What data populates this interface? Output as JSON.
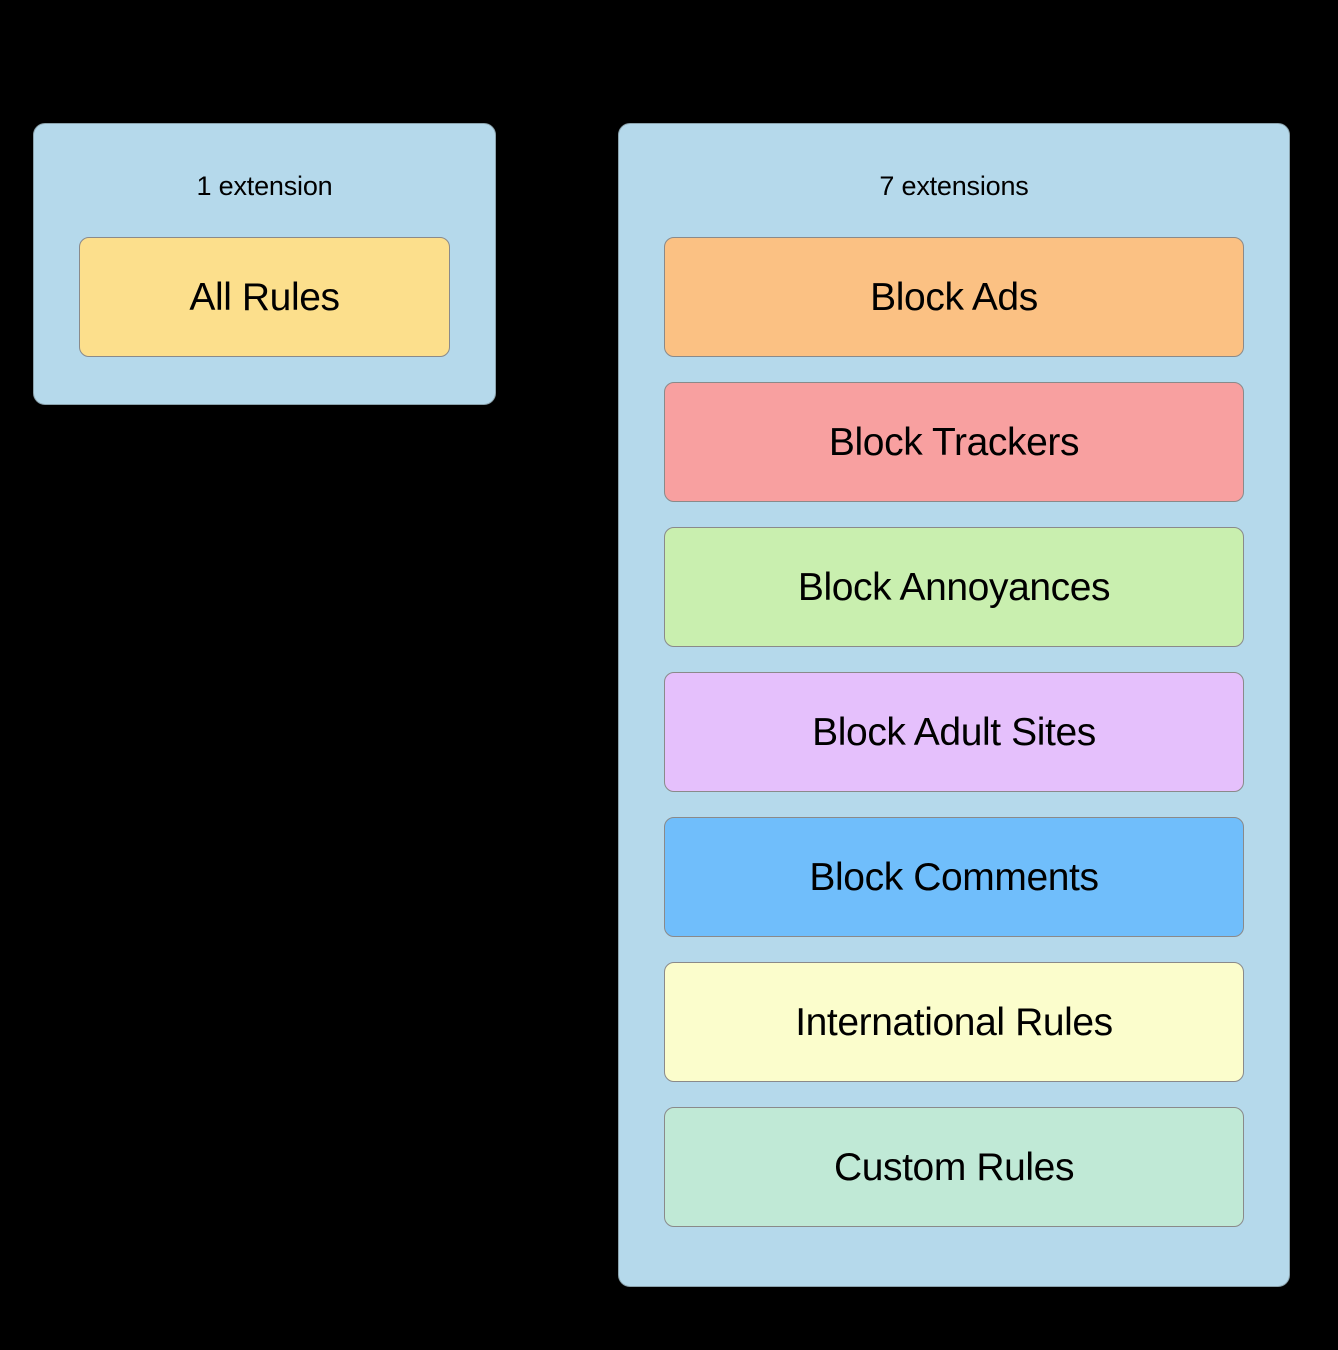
{
  "diagram": {
    "background_color": "#000000",
    "groups": [
      {
        "id": "single-extension",
        "label": "1 extension",
        "panel_color": "#b5d9eb",
        "cards": [
          {
            "label": "All Rules",
            "color": "#fcdf8c"
          }
        ]
      },
      {
        "id": "seven-extensions",
        "label": "7 extensions",
        "panel_color": "#b5d9eb",
        "cards": [
          {
            "label": "Block Ads",
            "color": "#fbc183"
          },
          {
            "label": "Block Trackers",
            "color": "#f8a0a0"
          },
          {
            "label": "Block Annoyances",
            "color": "#c9efaf"
          },
          {
            "label": "Block Adult Sites",
            "color": "#e5c0fc"
          },
          {
            "label": "Block Comments",
            "color": "#70befb"
          },
          {
            "label": "International Rules",
            "color": "#fbfdcc"
          },
          {
            "label": "Custom Rules",
            "color": "#c0e9d6"
          }
        ]
      }
    ]
  }
}
